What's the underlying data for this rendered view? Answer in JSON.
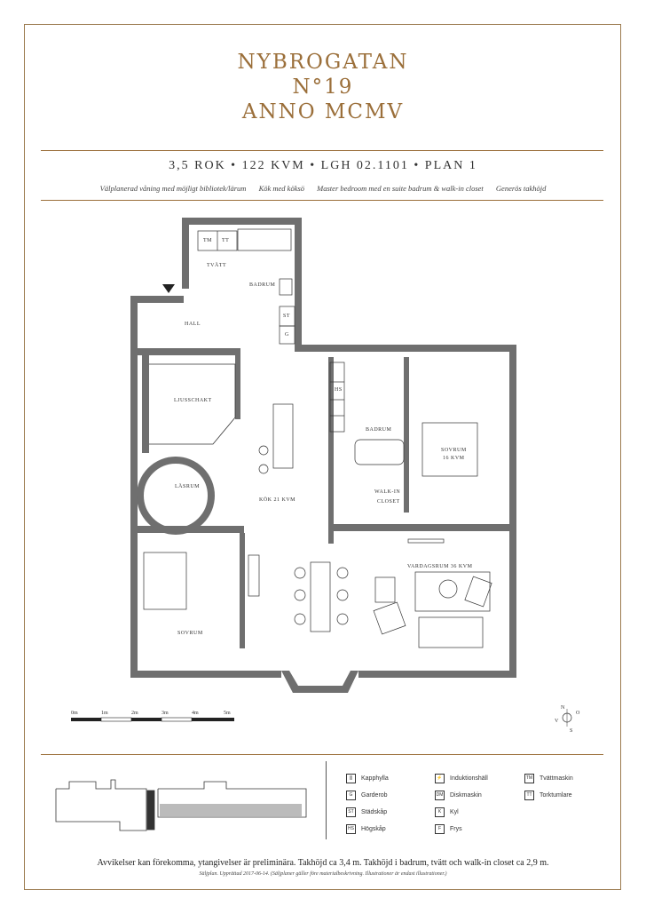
{
  "header": {
    "line1": "NYBROGATAN",
    "line2": "N°19",
    "line3": "ANNO MCMV"
  },
  "specs": "3,5 ROK • 122 KVM • LGH 02.1101 • PLAN 1",
  "features": [
    "Välplanerad våning med möjligt bibliotek/lärum",
    "Kök med köksö",
    "Master bedroom med en suite badrum & walk-in closet",
    "Generös takhöjd"
  ],
  "rooms": {
    "tm": "TM",
    "tt": "TT",
    "tvatt": "TVÄTT",
    "badrum1": "BADRUM",
    "st": "ST",
    "g": "G",
    "hall": "HALL",
    "ljusschakt": "LJUSSCHAKT",
    "larum": "LÄSRUM",
    "kok": "KÖK 21 KVM",
    "hs": "HS",
    "badrum2": "BADRUM",
    "walkin": "WALK-IN",
    "closet": "CLOSET",
    "sovrum1": "SOVRUM",
    "sovrum1_area": "16 KVM",
    "vardagsrum": "VARDAGSRUM 36 KVM",
    "sovrum2": "SOVRUM"
  },
  "scale": {
    "labels": [
      "0m",
      "1m",
      "2m",
      "3m",
      "4m",
      "5m"
    ]
  },
  "compass": {
    "n": "N",
    "v": "V",
    "o": "O",
    "s": "S"
  },
  "legend": [
    {
      "code": "",
      "label": "Kapphylla",
      "icon": "hanger-icon"
    },
    {
      "code": "G",
      "label": "Garderob",
      "icon": "code-box"
    },
    {
      "code": "ST",
      "label": "Städskåp",
      "icon": "code-box"
    },
    {
      "code": "HS",
      "label": "Högskåp",
      "icon": "code-box"
    },
    {
      "code": "",
      "label": "Induktionshäll",
      "icon": "induction-icon"
    },
    {
      "code": "DM",
      "label": "Diskmaskin",
      "icon": "code-box"
    },
    {
      "code": "K",
      "label": "Kyl",
      "icon": "code-box"
    },
    {
      "code": "F",
      "label": "Frys",
      "icon": "code-box"
    },
    {
      "code": "TM",
      "label": "Tvättmaskin",
      "icon": "code-box"
    },
    {
      "code": "TT",
      "label": "Torktumlare",
      "icon": "code-box"
    }
  ],
  "footer": {
    "line1": "Avvikelser kan förekomma, ytangivelser är preliminära. Takhöjd ca 3,4 m. Takhöjd i badrum, tvätt och walk-in closet ca 2,9 m.",
    "line2": "Säljplan. Upprättad 2017-06-14. (Säljplaner gäller före materialbeskrivning. Illustrationer är endast illustrationer.)"
  },
  "colors": {
    "accent": "#9b6f3a",
    "wall": "#6f6f6f",
    "line": "#333333"
  }
}
